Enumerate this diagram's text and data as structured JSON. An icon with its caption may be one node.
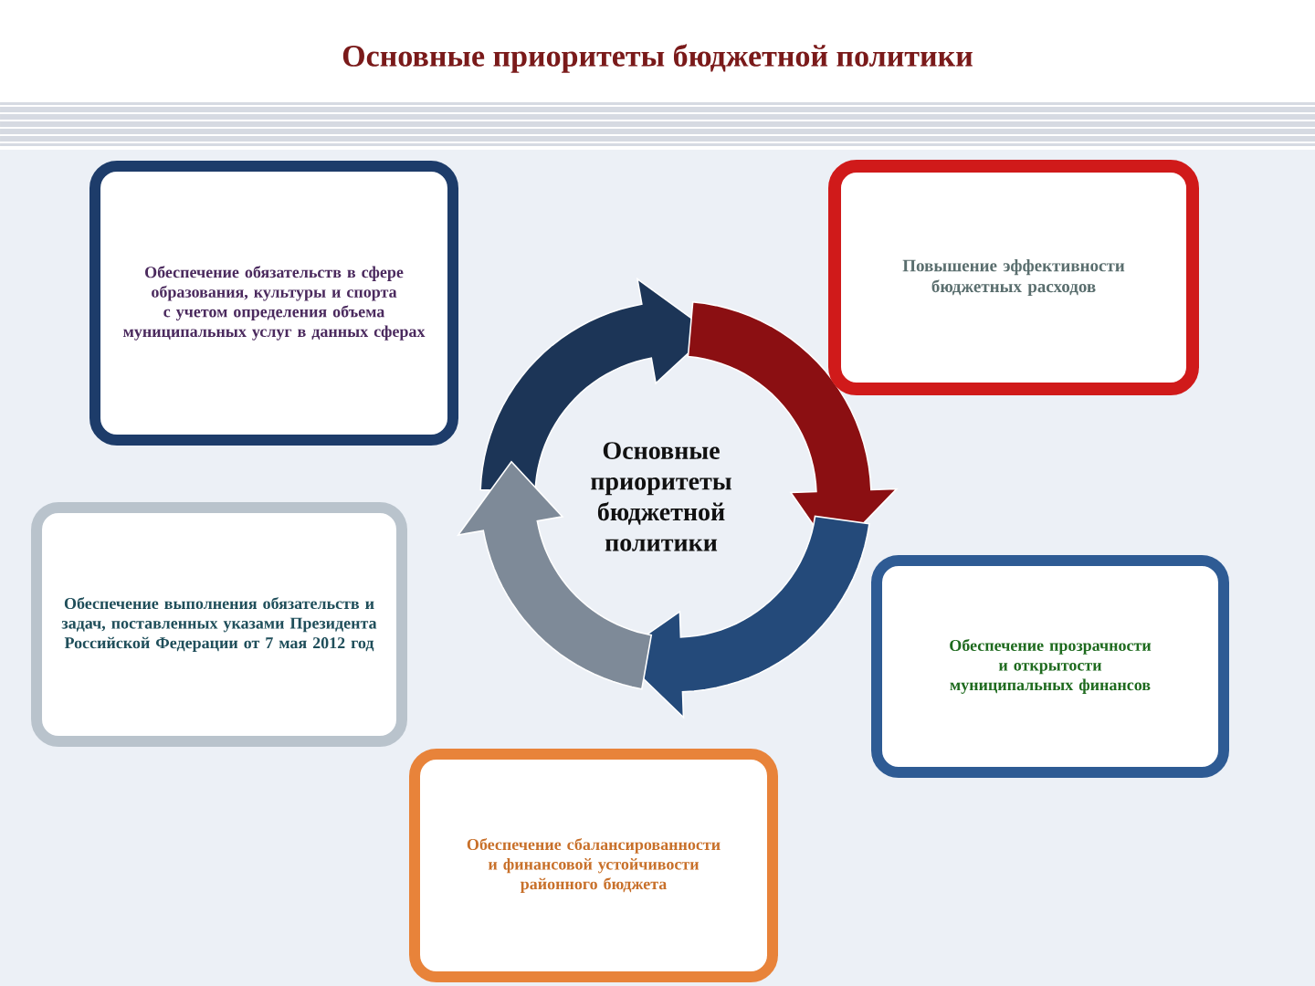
{
  "diagram": {
    "title": "Основные приоритеты бюджетной политики",
    "nodes": [
      {
        "text": [
          "Обеспечение обязательств в сфере образования, культуры и спорта с учетом определения объема муниципальных услуг в данных сферах"
        ]
      },
      {
        "text": [
          "Повышение эффективности бюджетных расходов"
        ]
      },
      {
        "text": [
          "Обеспечение выполнения обязательств и задач, поставленных указами Президента Российской Федерации от 7 мая 2012 год"
        ]
      },
      {
        "text": [
          "Обеспечение прозрачности и открытости муниципальных финансов"
        ]
      },
      {
        "text": [
          "Обеспечение сбалансированности и финансовой устойчивости районного бюджета"
        ]
      },
      {
        "text": [
          "Основные приоритеты бюджетной политики"
        ]
      }
    ]
  }
}
